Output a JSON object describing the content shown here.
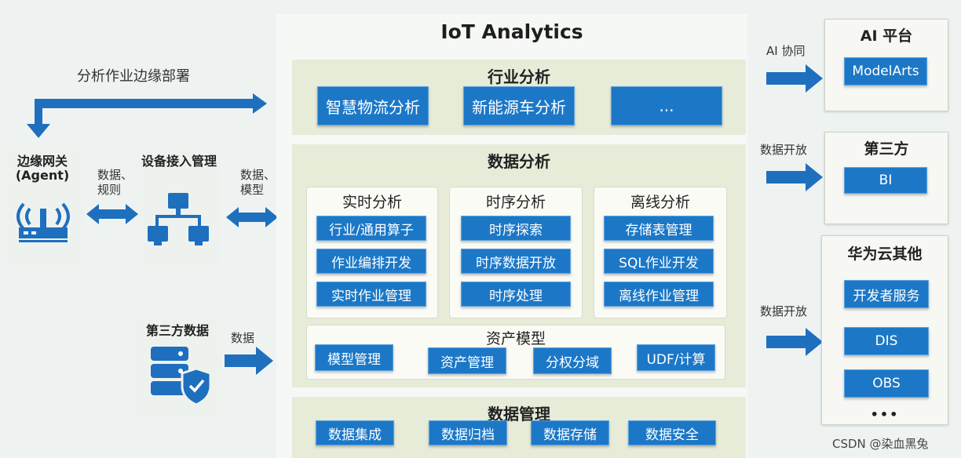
{
  "main_title": "IoT Analytics",
  "edge_deploy_label": "分析作业边缘部署",
  "edge_gateway": {
    "line1": "边缘网关",
    "line2": "(Agent)"
  },
  "device_access": {
    "title": "设备接入管理"
  },
  "third_party_data": {
    "title": "第三方数据"
  },
  "labels": {
    "data_rules": "数据、\n规则",
    "data_model": "数据、\n模型",
    "data": "数据",
    "ai_collab": "AI 协同",
    "data_open_1": "数据开放",
    "data_open_2": "数据开放"
  },
  "industry": {
    "title": "行业分析",
    "items": [
      "智慧物流分析",
      "新能源车分析",
      "..."
    ]
  },
  "data_analysis": {
    "title": "数据分析",
    "realtime": {
      "title": "实时分析",
      "items": [
        "行业/通用算子",
        "作业编排开发",
        "实时作业管理"
      ]
    },
    "timeseries": {
      "title": "时序分析",
      "items": [
        "时序探索",
        "时序数据开放",
        "时序处理"
      ]
    },
    "offline": {
      "title": "离线分析",
      "items": [
        "存储表管理",
        "SQL作业开发",
        "离线作业管理"
      ]
    },
    "asset_model": {
      "title": "资产模型",
      "items": [
        "模型管理",
        "资产管理",
        "分权分域",
        "UDF/计算"
      ]
    }
  },
  "data_management": {
    "title": "数据管理",
    "items": [
      "数据集成",
      "数据归档",
      "数据存储",
      "数据安全"
    ]
  },
  "right": {
    "ai_platform": {
      "title": "AI 平台",
      "items": [
        "ModelArts"
      ]
    },
    "third_party": {
      "title": "第三方",
      "items": [
        "BI"
      ]
    },
    "huawei_cloud": {
      "title": "华为云其他",
      "items": [
        "开发者服务",
        "DIS",
        "OBS"
      ],
      "more": "•••"
    }
  },
  "watermark": "CSDN @染血黑兔",
  "colors": {
    "button_blue": "#1c78c7",
    "arrow_blue": "#1f6fbf",
    "panel_green": "#e7ecd9"
  }
}
